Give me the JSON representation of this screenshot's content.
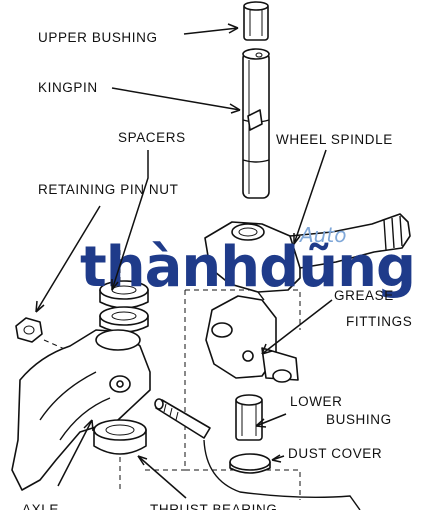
{
  "labels": {
    "upper_bushing": "UPPER BUSHING",
    "kingpin": "KINGPIN",
    "spacers": "SPACERS",
    "wheel_spindle": "WHEEL SPINDLE",
    "retaining_pin_nut": "RETAINING PIN NUT",
    "grease_fittings_1": "GREASE",
    "grease_fittings_2": "FITTINGS",
    "lower_bushing_1": "LOWER",
    "lower_bushing_2": "BUSHING",
    "dust_cover": "DUST COVER",
    "axle": "AXLE",
    "thrust_bearing": "THRUST BEARING"
  },
  "watermark": {
    "brand": "thànhdũng",
    "auto": "Auto",
    "registered": "®"
  }
}
